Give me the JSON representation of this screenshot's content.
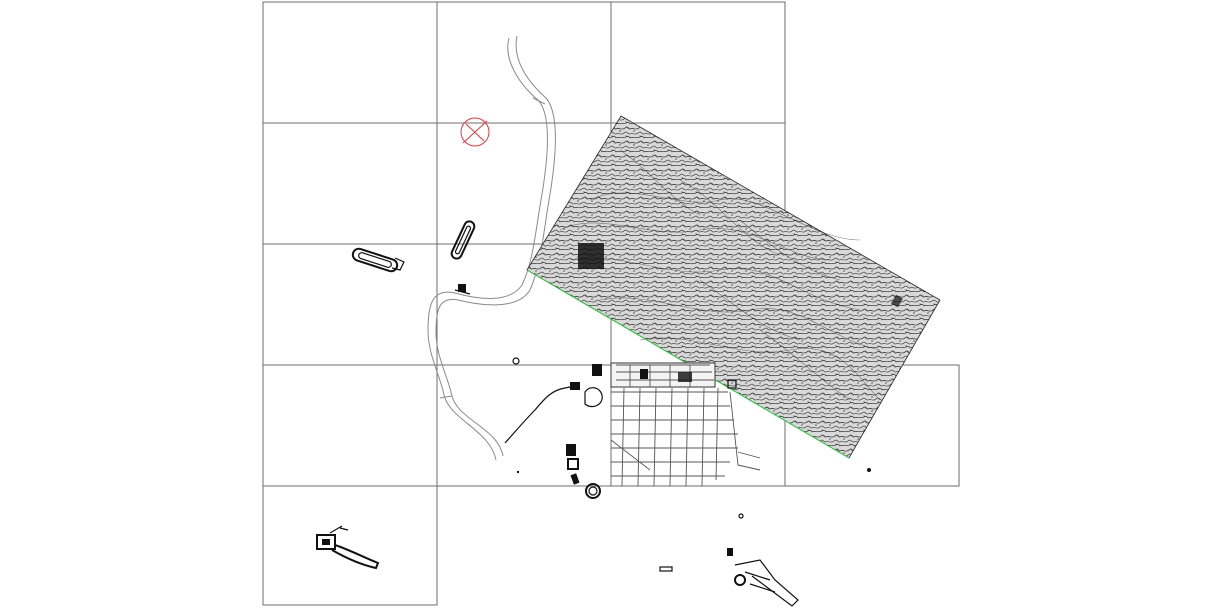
{
  "drawing": {
    "sheet_grid": {
      "rows": 5,
      "cols": 4
    },
    "layers": [
      {
        "name": "sheet-grid",
        "color": "#6e6e6e"
      },
      {
        "name": "river",
        "color": "#8a8a8a"
      },
      {
        "name": "terrain-raster",
        "color": "#1a1a1a"
      },
      {
        "name": "site-boundary",
        "color": "#2ecc40"
      },
      {
        "name": "benchmark-marker",
        "color": "#e23b3b"
      },
      {
        "name": "town-street-grid",
        "color": "#555555"
      },
      {
        "name": "structures",
        "color": "#111111"
      }
    ],
    "colors": {
      "background": "#ffffff",
      "grid": "#6e6e6e",
      "terrain": "#1a1a1a",
      "boundary": "#2ecc40",
      "marker": "#e23b3b"
    },
    "icons": [
      "crosshair-circle-icon"
    ]
  }
}
